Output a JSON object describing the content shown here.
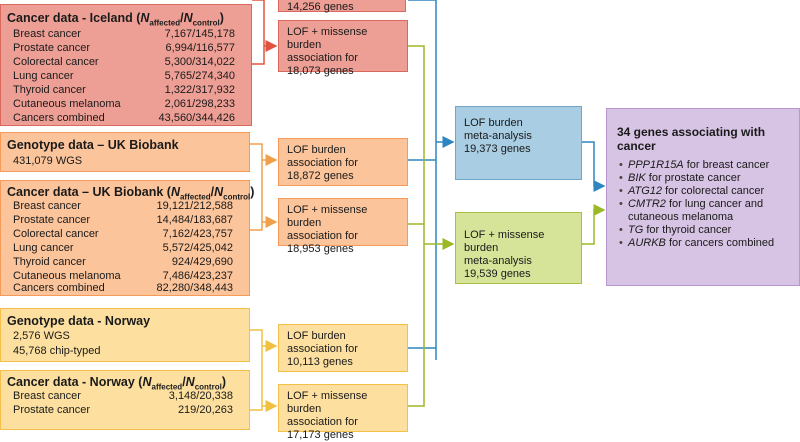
{
  "iceland": {
    "title_pre": "Cancer data - Iceland (",
    "title_n1": "N",
    "title_sub1": "affected",
    "title_slash": "/",
    "title_n2": "N",
    "title_sub2": "control",
    "title_post": ")",
    "rows": [
      {
        "label": "Breast cancer",
        "value": "7,167/145,178"
      },
      {
        "label": "Prostate cancer",
        "value": "6,994/116,577"
      },
      {
        "label": "Colorectal cancer",
        "value": "5,300/314,022"
      },
      {
        "label": "Lung cancer",
        "value": "5,765/274,340"
      },
      {
        "label": "Thyroid cancer",
        "value": "1,322/317,932"
      },
      {
        "label": "Cutaneous melanoma",
        "value": "2,061/298,233"
      },
      {
        "label": "Cancers combined",
        "value": "43,560/344,426"
      }
    ]
  },
  "top_partial": {
    "text": "14,256 genes"
  },
  "ukb_genotype": {
    "title": "Genotype data – UK Biobank",
    "line": "431,079 WGS"
  },
  "ukb_cancer": {
    "title_pre": "Cancer data – UK Biobank (",
    "title_n1": "N",
    "title_sub1": "affected",
    "title_slash": "/",
    "title_n2": "N",
    "title_sub2": "control",
    "title_post": ")",
    "rows": [
      {
        "label": "Breast cancer",
        "value": "19,121/212,588"
      },
      {
        "label": "Prostate cancer",
        "value": "14,484/183,687"
      },
      {
        "label": "Colorectal cancer",
        "value": "7,162/423,757"
      },
      {
        "label": "Lung cancer",
        "value": "5,572/425,042"
      },
      {
        "label": "Thyroid cancer",
        "value": "924/429,690"
      },
      {
        "label": "Cutaneous melanoma",
        "value": "7,486/423,237"
      },
      {
        "label": "Cancers combined",
        "value": "82,280/348,443"
      }
    ]
  },
  "norway_genotype": {
    "title": "Genotype data - Norway",
    "line1": "2,576 WGS",
    "line2": "45,768 chip-typed"
  },
  "norway_cancer": {
    "title_pre": "Cancer data - Norway (",
    "title_n1": "N",
    "title_sub1": "affected",
    "title_slash": "/",
    "title_n2": "N",
    "title_sub2": "control",
    "title_post": ")",
    "rows": [
      {
        "label": "Breast cancer",
        "value": "3,148/20,338"
      },
      {
        "label": "Prostate cancer",
        "value": "219/20,263"
      }
    ]
  },
  "assoc": {
    "iceland_missense": [
      "LOF + missense burden",
      "association for",
      "18,073 genes"
    ],
    "ukb_lof": [
      "LOF burden",
      "association for",
      "18,872 genes"
    ],
    "ukb_missense": [
      "LOF + missense burden",
      "association for",
      "18,953 genes"
    ],
    "norway_lof": [
      "LOF burden",
      "association for",
      "10,113 genes"
    ],
    "norway_missense": [
      "LOF + missense burden",
      "association for",
      "17,173 genes"
    ]
  },
  "meta": {
    "lof": [
      "LOF burden",
      "meta-analysis",
      "19,373 genes"
    ],
    "missense": [
      "LOF + missense burden",
      "meta-analysis",
      "19,539 genes"
    ]
  },
  "result": {
    "title": "34 genes associating with cancer",
    "items": [
      {
        "gene": "PPP1R15A",
        "text": " for breast cancer"
      },
      {
        "gene": "BIK",
        "text": " for prostate cancer"
      },
      {
        "gene": "ATG12",
        "text": " for colorectal cancer"
      },
      {
        "gene": "CMTR2",
        "text": " for lung cancer and"
      },
      {
        "gene": "",
        "text": "cutaneous melanoma"
      },
      {
        "gene": "TG",
        "text": " for thyroid cancer"
      },
      {
        "gene": "AURKB",
        "text": " for cancers combined"
      }
    ]
  },
  "colors": {
    "red": "#ee9f95",
    "orange": "#fbc49b",
    "yellow": "#fde0a0",
    "blue": "#a9cde3",
    "green": "#d6e49a",
    "purple": "#d7c3e3",
    "line_blue": "#2e86c1",
    "line_green": "#9bb827",
    "line_red": "#e2533f",
    "line_orange": "#f0a04b"
  }
}
